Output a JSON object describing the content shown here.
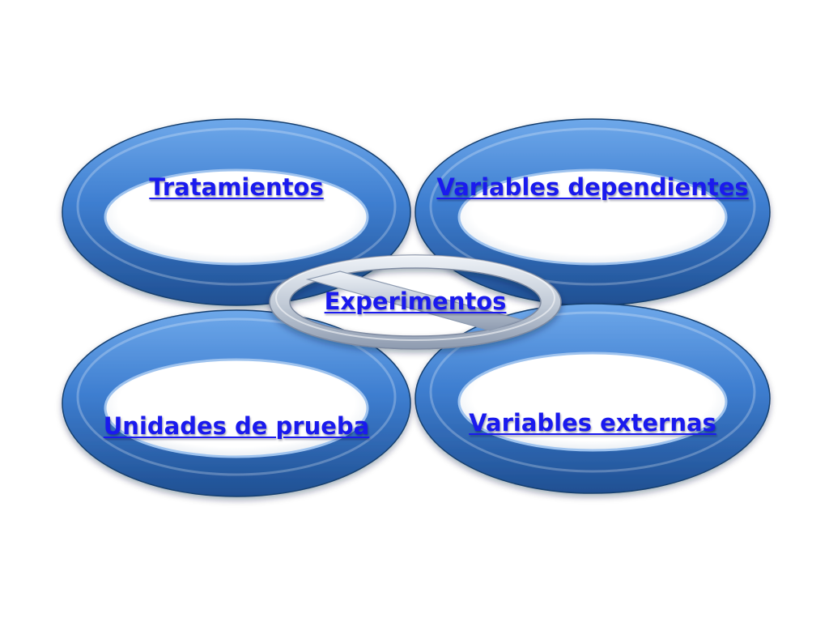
{
  "diagram": {
    "nodes": {
      "tratamientos": {
        "label": "Tratamientos"
      },
      "variables_dependientes": {
        "label": "Variables dependientes"
      },
      "experimentos": {
        "label": "Experimentos"
      },
      "unidades_de_prueba": {
        "label": "Unidades de prueba"
      },
      "variables_externas": {
        "label": "Variables externas"
      }
    },
    "colors": {
      "ring_blue_light": "#5b9ae2",
      "ring_blue": "#3e7ed0",
      "ring_blue_dark": "#1f4f92",
      "ring_gray_light": "#e4eaf2",
      "ring_gray": "#c3ccd8",
      "ring_gray_dark": "#8e9bb0",
      "link_text": "#1a1aee",
      "background": "#ffffff"
    },
    "icons": {
      "ring": "ring-icon",
      "center_ring": "no-symbol-ring-icon"
    }
  }
}
